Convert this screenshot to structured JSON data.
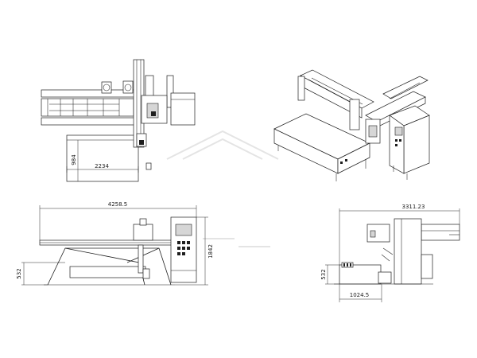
{
  "drawing": {
    "line_color": "#1e1e1e",
    "background": "#ffffff",
    "views": {
      "top": {
        "dimensions": {
          "width": "2234",
          "depth": "984"
        }
      },
      "isometric": {},
      "front": {
        "dimensions": {
          "overall_length": "4258.5",
          "height": "1842",
          "table_height": "532"
        }
      },
      "side": {
        "dimensions": {
          "overall_length": "3311.23",
          "table_height": "532",
          "table_depth": "1024.5"
        }
      }
    }
  }
}
